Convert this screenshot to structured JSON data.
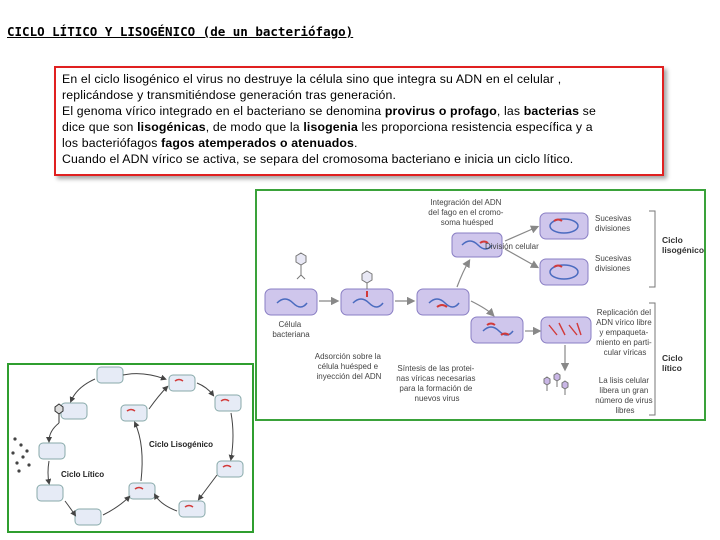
{
  "page": {
    "title": "CICLO LÍTICO Y LISOGÉNICO (de un bacteriófago)"
  },
  "text_box": {
    "p1_a": "En el ciclo lisogénico el virus no destruye la célula sino que integra su ADN en el celular ,",
    "p1_b": "replicándose y transmitiéndose generación tras generación.",
    "p2_a": "El genoma vírico integrado en el bacteriano se denomina ",
    "p2_b": "provirus o profago",
    "p2_c": ", las ",
    "p2_d": "bacterias",
    "p2_e": " se",
    "p3_a": "dice que son ",
    "p3_b": "lisogénicas",
    "p3_c": ", de modo que la ",
    "p3_d": "lisogenia",
    "p3_e": " les proporciona resistencia específica y a",
    "p4_a": "los bacteriófagos ",
    "p4_b": "fagos atemperados o atenuados",
    "p4_c": ".",
    "p5": "Cuando el ADN vírico se activa, se separa del cromosoma bacteriano e inicia un ciclo lítico."
  },
  "diagram": {
    "label_integracion": [
      "Integración del ADN",
      "del fago en el cromo-",
      "soma huésped"
    ],
    "label_division": "División celular",
    "label_sucesivas_1": [
      "Sucesivas",
      "divisiones"
    ],
    "label_sucesivas_2": [
      "Sucesivas",
      "divisiones"
    ],
    "label_ciclo_lisogenico": [
      "Ciclo",
      "lisogénico"
    ],
    "label_celula": [
      "Célula",
      "bacteriana"
    ],
    "label_adsorcion": [
      "Adsorción sobre la",
      "célula huésped e",
      "inyección del ADN"
    ],
    "label_sintesis": [
      "Síntesis de las protei-",
      "nas víricas necesarias",
      "para la formación de",
      "nuevos virus"
    ],
    "label_replicacion": [
      "Replicación del",
      "ADN vírico libre",
      "y empaqueta-",
      "miento en parti-",
      "cular víricas"
    ],
    "label_lisis": [
      "La lisis celular",
      "libera un gran",
      "número de virus",
      "libres"
    ],
    "label_ciclo_litico": [
      "Ciclo",
      "lítico"
    ]
  },
  "cycle_diagram": {
    "label_litico": "Ciclo Lítico",
    "label_lisogenico": "Ciclo Lisogénico"
  },
  "colors": {
    "title_box_border": "#e02020",
    "diagram_border": "#3aa23a",
    "cell_fill": "#cfc6ec",
    "cell_stroke": "#8a7fc4",
    "viral_dna": "#d23a3a",
    "arrow": "#888888"
  }
}
